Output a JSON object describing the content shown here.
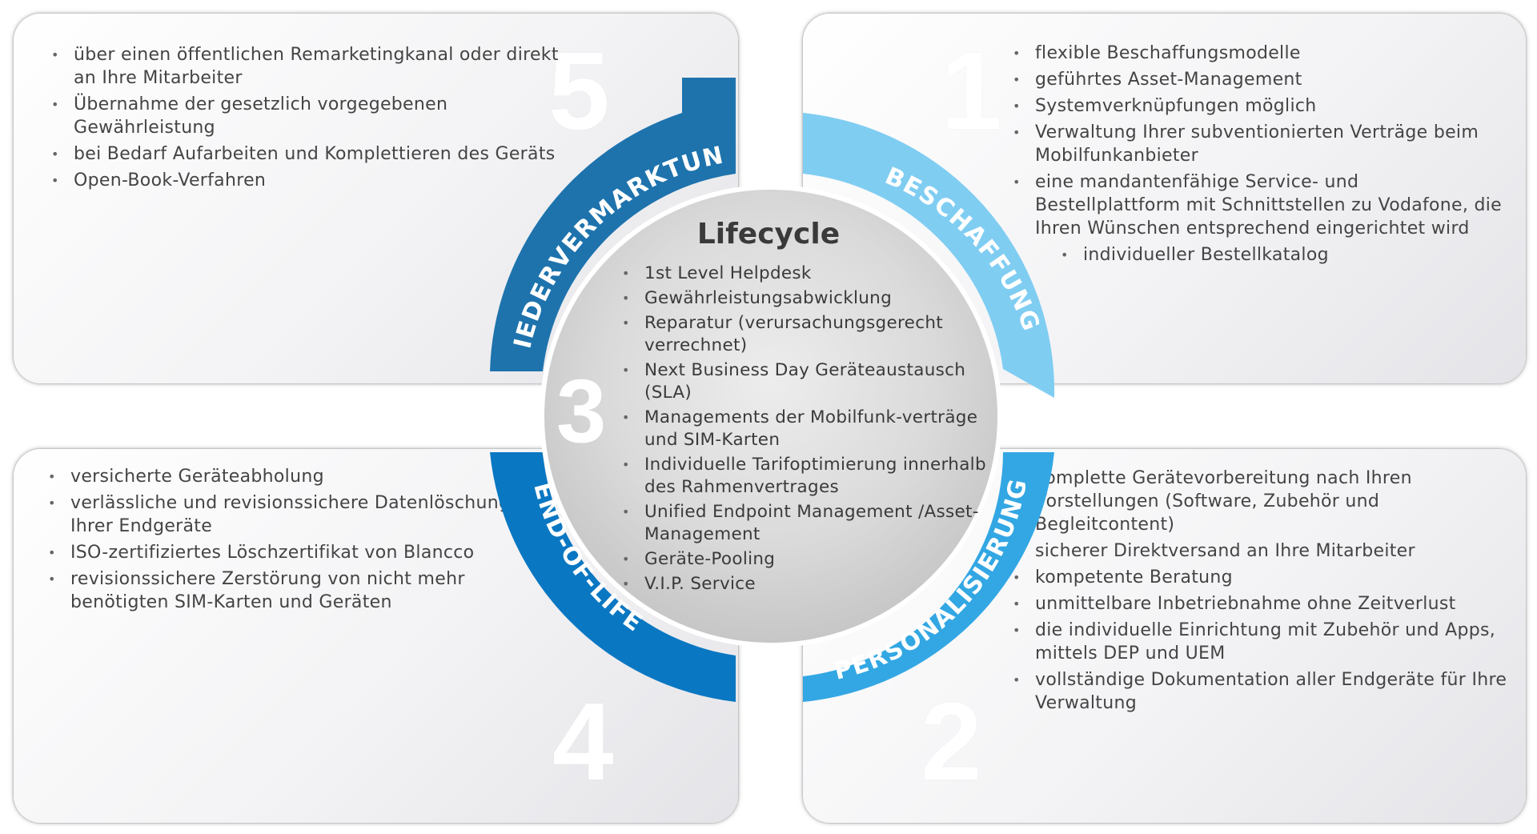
{
  "quadrants": {
    "top_left": {
      "number": "5",
      "label": "WIEDERVERMARKTUNG",
      "items": [
        "über einen öffentlichen Remarketingkanal oder direkt an Ihre Mitarbeiter",
        "Übernahme der gesetzlich vorgegebenen Gewährleistung",
        "bei Bedarf Aufarbeiten und Komplettieren des Geräts",
        "Open-Book-Verfahren"
      ]
    },
    "top_right": {
      "number": "1",
      "label": "BESCHAFFUNG",
      "items": [
        "flexible Beschaffungsmodelle",
        "geführtes Asset-Management",
        "Systemverknüpfungen möglich",
        "Verwaltung Ihrer subventionierten Verträge beim Mobilfunkanbieter",
        "eine mandantenfähige Service- und Bestellplattform mit Schnittstellen zu Vodafone, die Ihren Wünschen entsprechend eingerichtet wird"
      ],
      "sub_item": "individueller Bestellkatalog"
    },
    "bottom_left": {
      "number": "4",
      "label": "END-OF-LIFE",
      "items": [
        "versicherte Geräteabholung",
        "verlässliche und revisionssichere Datenlöschung Ihrer Endgeräte",
        "ISO-zertifiziertes Löschzertifikat von Blancco",
        "revisionssichere Zerstörung von nicht mehr benötigten SIM-Karten und Geräten"
      ]
    },
    "bottom_right": {
      "number": "2",
      "label": "PERSONALISIERUNG",
      "items": [
        "komplette Gerätevorbereitung nach Ihren Vorstellungen (Software, Zubehör und Begleitcontent)",
        "sicherer Direktversand an Ihre Mitarbeiter",
        "kompetente Beratung",
        "unmittelbare Inbetriebnahme ohne Zeitverlust",
        "die individuelle Einrichtung mit Zubehör und Apps, mittels DEP und UEM",
        "vollständige Dokumentation aller Endgeräte für Ihre Verwaltung"
      ]
    }
  },
  "center": {
    "title": "Lifecycle",
    "number": "3",
    "items": [
      "1st Level Helpdesk",
      "Gewährleistungsabwicklung",
      "Reparatur (verursachungsgerecht verrechnet)",
      "Next Business Day Geräteaustausch (SLA)",
      "Managements der Mobilfunk-verträge und SIM-Karten",
      "Individuelle Tarifoptimierung innerhalb des Rahmenvertrages",
      "Unified Endpoint Management /Asset-Management",
      "Geräte-Pooling",
      "V.I.P. Service"
    ]
  },
  "colors": {
    "wiedervermarktung": "#1e73ad",
    "beschaffung": "#80cdf2",
    "personalisierung": "#33a7e3",
    "end_of_life": "#0a77c2"
  }
}
